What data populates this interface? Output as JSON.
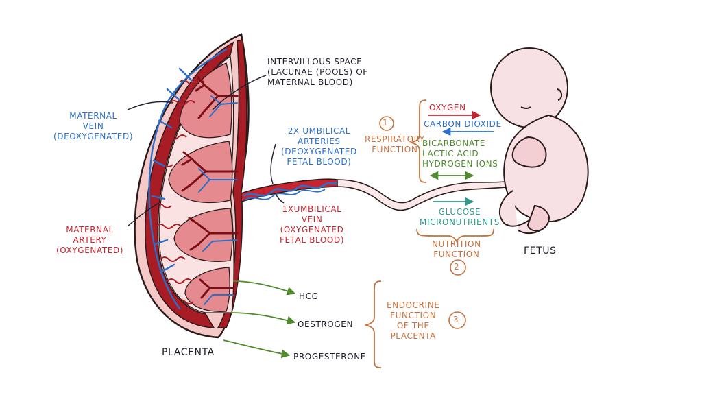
{
  "colors": {
    "placenta_outer": "#f6c9c9",
    "placenta_dark": "#a81c25",
    "vessel_blue": "#2a6fc9",
    "vessel_red": "#c8242f",
    "text_dark": "#1d1d2b",
    "orange": "#c8703a",
    "green": "#4f8a2c",
    "teal": "#2e9a8c",
    "fetus_skin": "#f8e1e4"
  },
  "labels": {
    "intervillous": "INTERVILLOUS SPACE\n(LACUNAE (POOLS) OF\nMATERNAL BLOOD)",
    "maternal_vein": "MATERNAL\nVEIN\n(DEOXYGENATED)",
    "maternal_artery": "MATERNAL\nARTERY\n(OXYGENATED)",
    "umbilical_arteries": "2X UMBILICAL\nARTERIES\n(DEOXYGENATED\nFETAL BLOOD)",
    "umbilical_vein": "1XUMBILICAL\nVEIN\n(OXYGENATED\nFETAL BLOOD)",
    "placenta": "PLACENTA",
    "fetus": "FETUS",
    "respiratory_number": "1",
    "respiratory_function": "RESPIRATORY\nFUNCTION",
    "oxygen": "OXYGEN",
    "carbon_dioxide": "CARBON DIOXIDE",
    "exchange_list": "BICARBONATE\nLACTIC ACID\nHYDROGEN IONS",
    "nutrients": "GLUCOSE\nMICRONUTRIENTS",
    "nutrition_function": "NUTRITION\nFUNCTION",
    "nutrition_number": "2",
    "hcg": "HCG",
    "oestrogen": "OESTROGEN",
    "progesterone": "PROGESTERONE",
    "endocrine_function": "ENDOCRINE\nFUNCTION\nOF THE\nPLACENTA",
    "endocrine_number": "3"
  }
}
